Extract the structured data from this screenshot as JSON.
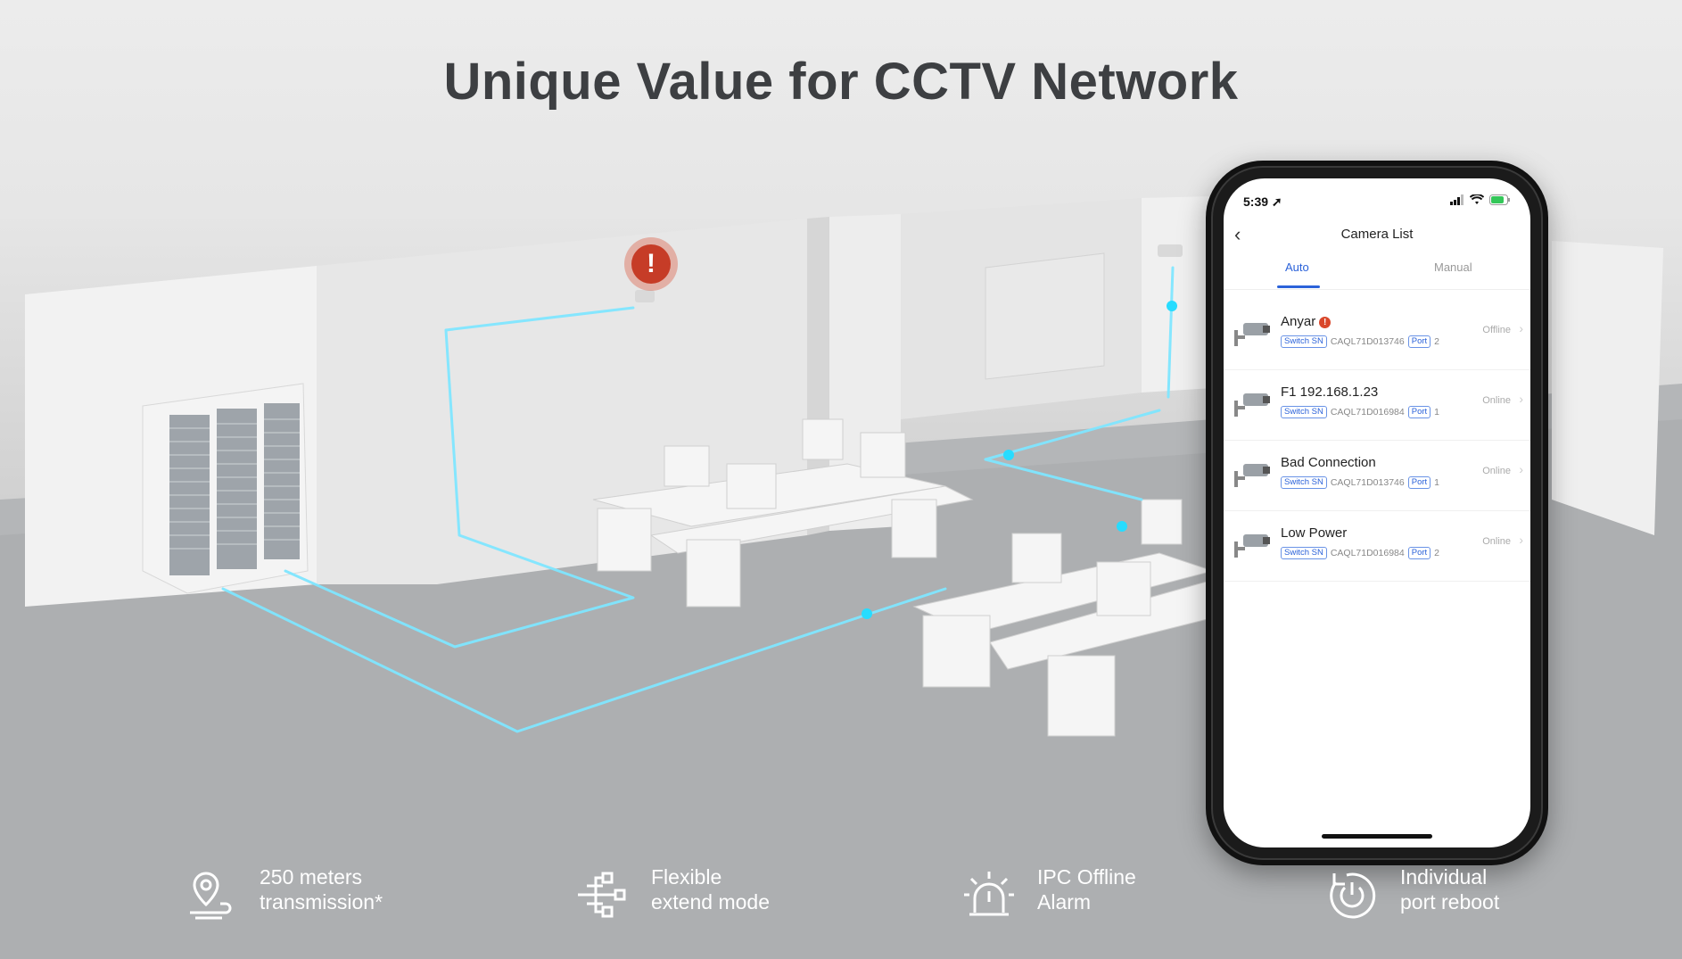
{
  "headline": "Unique Value for CCTV Network",
  "colors": {
    "accent": "#2b62d9",
    "network_line": "#7fe6ff",
    "alert": "#c63c27"
  },
  "alarm_icon": {
    "name": "exclamation-alert-icon",
    "symbol": "!"
  },
  "phone": {
    "status_time": "5:39",
    "nav_title": "Camera List",
    "tabs": [
      {
        "label": "Auto",
        "active": true
      },
      {
        "label": "Manual",
        "active": false
      }
    ],
    "cameras": [
      {
        "name": "Anyar",
        "alert": true,
        "switch_label": "Switch SN",
        "serial": "CAQL71D013746",
        "port_label": "Port",
        "port": "2",
        "status": "Offline"
      },
      {
        "name": "F1 192.168.1.23",
        "alert": false,
        "switch_label": "Switch SN",
        "serial": "CAQL71D016984",
        "port_label": "Port",
        "port": "1",
        "status": "Online"
      },
      {
        "name": "Bad Connection",
        "alert": false,
        "switch_label": "Switch SN",
        "serial": "CAQL71D013746",
        "port_label": "Port",
        "port": "1",
        "status": "Online"
      },
      {
        "name": "Low Power",
        "alert": false,
        "switch_label": "Switch SN",
        "serial": "CAQL71D016984",
        "port_label": "Port",
        "port": "2",
        "status": "Online"
      }
    ]
  },
  "features": [
    {
      "icon": "location-pin-icon",
      "line1": "250 meters",
      "line2": "transmission*"
    },
    {
      "icon": "network-branch-icon",
      "line1": "Flexible",
      "line2": "extend mode"
    },
    {
      "icon": "alarm-siren-icon",
      "line1": "IPC Offline",
      "line2": "Alarm"
    },
    {
      "icon": "power-reboot-icon",
      "line1": "Individual",
      "line2": "port reboot"
    }
  ]
}
